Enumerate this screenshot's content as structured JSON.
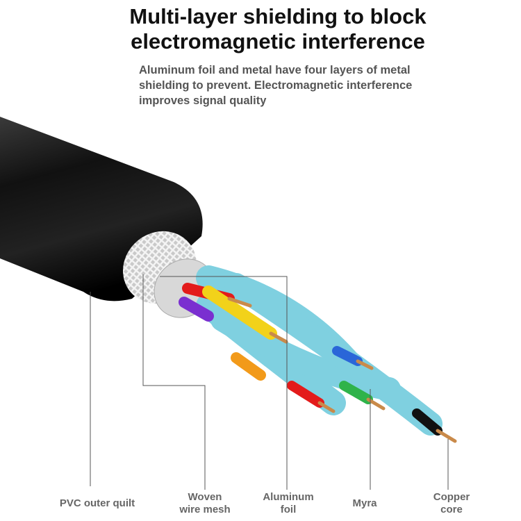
{
  "title_line1": "Multi-layer shielding to block",
  "title_line2": "electromagnetic interference",
  "subtitle": "Aluminum foil and metal have four layers of metal shielding to prevent. Electromagnetic interference improves signal quality",
  "labels": {
    "pvc": "PVC outer quilt",
    "woven_1": "Woven",
    "woven_2": "wire mesh",
    "aluminum_1": "Aluminum",
    "aluminum_2": "foil",
    "myra": "Myra",
    "copper_1": "Copper",
    "copper_2": "core"
  },
  "colors": {
    "jacket": "#1a1a1a",
    "pair_insulation": "#7fd0e0",
    "wire_colors": [
      "#e31b1b",
      "#7a2fd0",
      "#f2d21a",
      "#f29a1a",
      "#2a66d8",
      "#2fb34a",
      "#111111"
    ],
    "copper": "#c98a4a"
  }
}
